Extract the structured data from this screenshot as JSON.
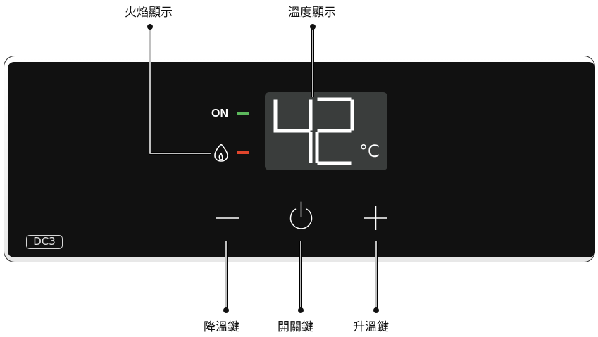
{
  "callouts": {
    "flame_display": "火焰顯示",
    "temp_display": "溫度顯示",
    "down_key": "降溫鍵",
    "power_key": "開關鍵",
    "up_key": "升溫鍵"
  },
  "panel": {
    "model": "DC3",
    "on_label": "ON",
    "temperature": "42",
    "unit": "°C",
    "on_led_color": "#5cb85c",
    "flame_led_color": "#e0452c",
    "display_color": "#3a3d3c"
  },
  "icons": [
    "flame-icon",
    "minus-icon",
    "power-icon",
    "plus-icon"
  ]
}
